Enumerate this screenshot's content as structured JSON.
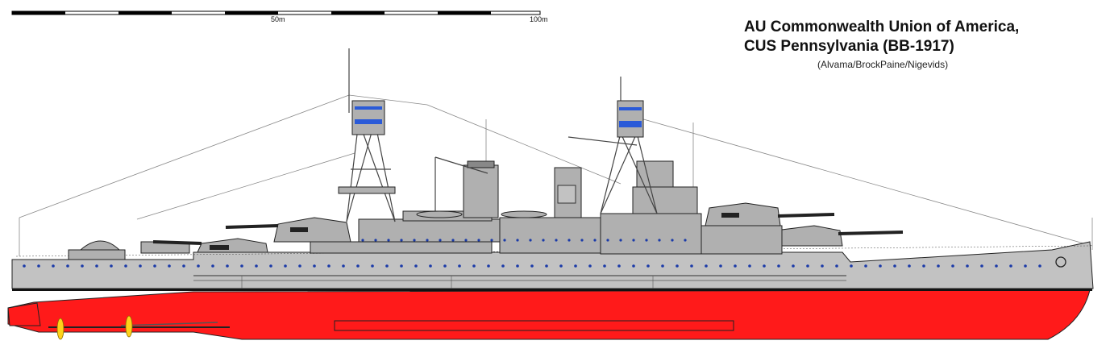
{
  "title": {
    "line1": "AU Commonwealth Union of America,",
    "line2": "CUS Pennsylvania (BB-1917)"
  },
  "credit": "(Alvama/BrockPaine/Nigevids)",
  "scale": {
    "mid_label": "50m",
    "end_label": "100m"
  },
  "colors": {
    "hull_red": "#ff1a1a",
    "hull_grey": "#c2c2c2",
    "superstructure_grey": "#b0b0b0",
    "deck_dark": "#404040",
    "porthole_blue": "#1a3aa8",
    "window_blue": "#2a5ad8",
    "propeller_yellow": "#ffd21a",
    "outline": "#222222"
  }
}
